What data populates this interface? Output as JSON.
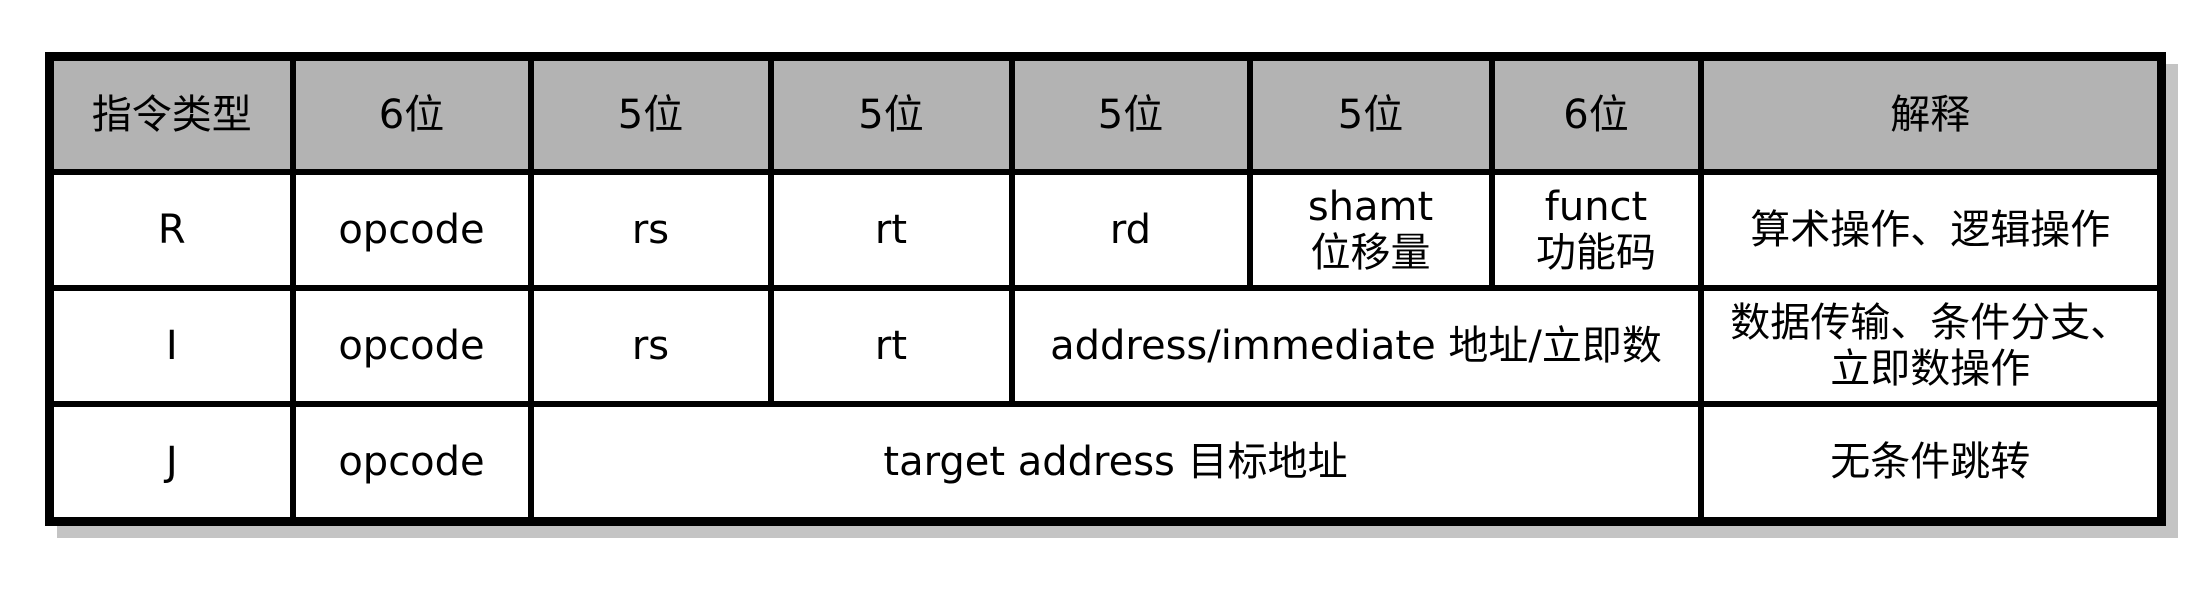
{
  "table": {
    "title_semantic": "MIPS instruction format table",
    "header": [
      "指令类型",
      "6位",
      "5位",
      "5位",
      "5位",
      "5位",
      "6位",
      "解释"
    ],
    "rows": {
      "r": {
        "type": "R",
        "opcode": "opcode",
        "rs": "rs",
        "rt": "rt",
        "rd": "rd",
        "shamt_line1": "shamt",
        "shamt_line2": "位移量",
        "funct_line1": "funct",
        "funct_line2": "功能码",
        "explain": "算术操作、逻辑操作"
      },
      "i": {
        "type": "I",
        "opcode": "opcode",
        "rs": "rs",
        "rt": "rt",
        "address": "address/immediate 地址/立即数",
        "explain_line1": "数据传输、条件分支、",
        "explain_line2": "立即数操作"
      },
      "j": {
        "type": "J",
        "opcode": "opcode",
        "target": "target address 目标地址",
        "explain": "无条件跳转"
      }
    },
    "colors": {
      "header_bg": "#b3b3b3",
      "cell_bg": "#ffffff",
      "border": "#000000",
      "shadow": "#c4c4c4",
      "text": "#000000"
    }
  }
}
